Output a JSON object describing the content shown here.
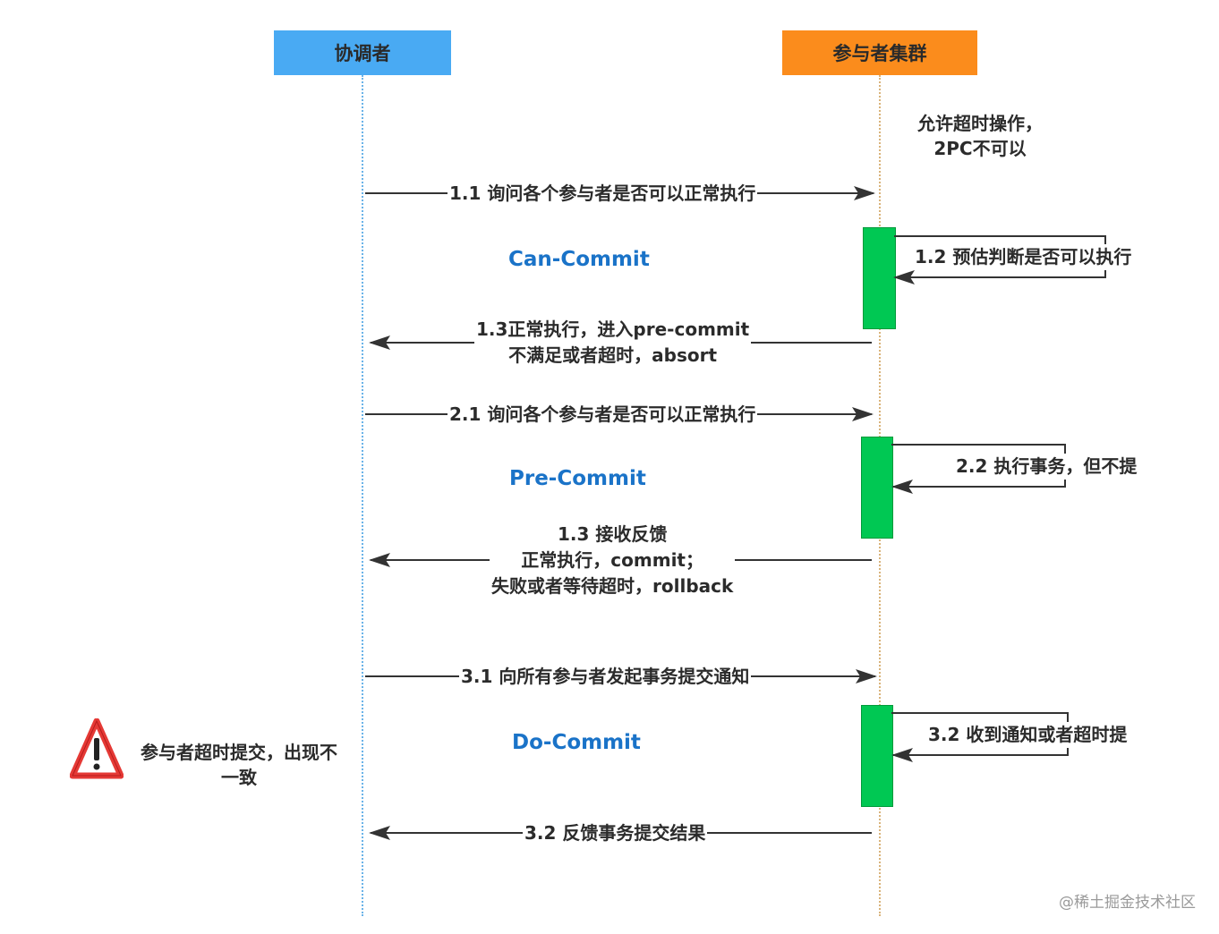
{
  "actors": {
    "coordinator": "协调者",
    "participants": "参与者集群"
  },
  "note_top": [
    "允许超时操作，",
    "2PC不可以"
  ],
  "phases": {
    "can_commit": "Can-Commit",
    "pre_commit": "Pre-Commit",
    "do_commit": "Do-Commit"
  },
  "messages": {
    "m1_1": "1.1 询问各个参与者是否可以正常执行",
    "m1_2": "1.2 预估判断是否可以执行",
    "m1_3": [
      "1.3正常执行，进入pre-commit",
      "不满足或者超时，absort"
    ],
    "m2_1": "2.1 询问各个参与者是否可以正常执行",
    "m2_2": "2.2 执行事务，但不提",
    "m2_3": [
      "1.3 接收反馈",
      "正常执行，commit；",
      "失败或者等待超时，rollback"
    ],
    "m3_1": "3.1 向所有参与者发起事务提交通知",
    "m3_2_self": "3.2 收到通知或者超时提",
    "m3_2": "3.2 反馈事务提交结果"
  },
  "warning": [
    "参与者超时提交，出现不",
    "一致"
  ],
  "watermark": "@稀土掘金技术社区",
  "colors": {
    "coordinator": "#49aaf3",
    "participants": "#fb8c1c",
    "activation": "#00c853",
    "phase_text": "#1a73c8",
    "warning": "#e53935"
  }
}
